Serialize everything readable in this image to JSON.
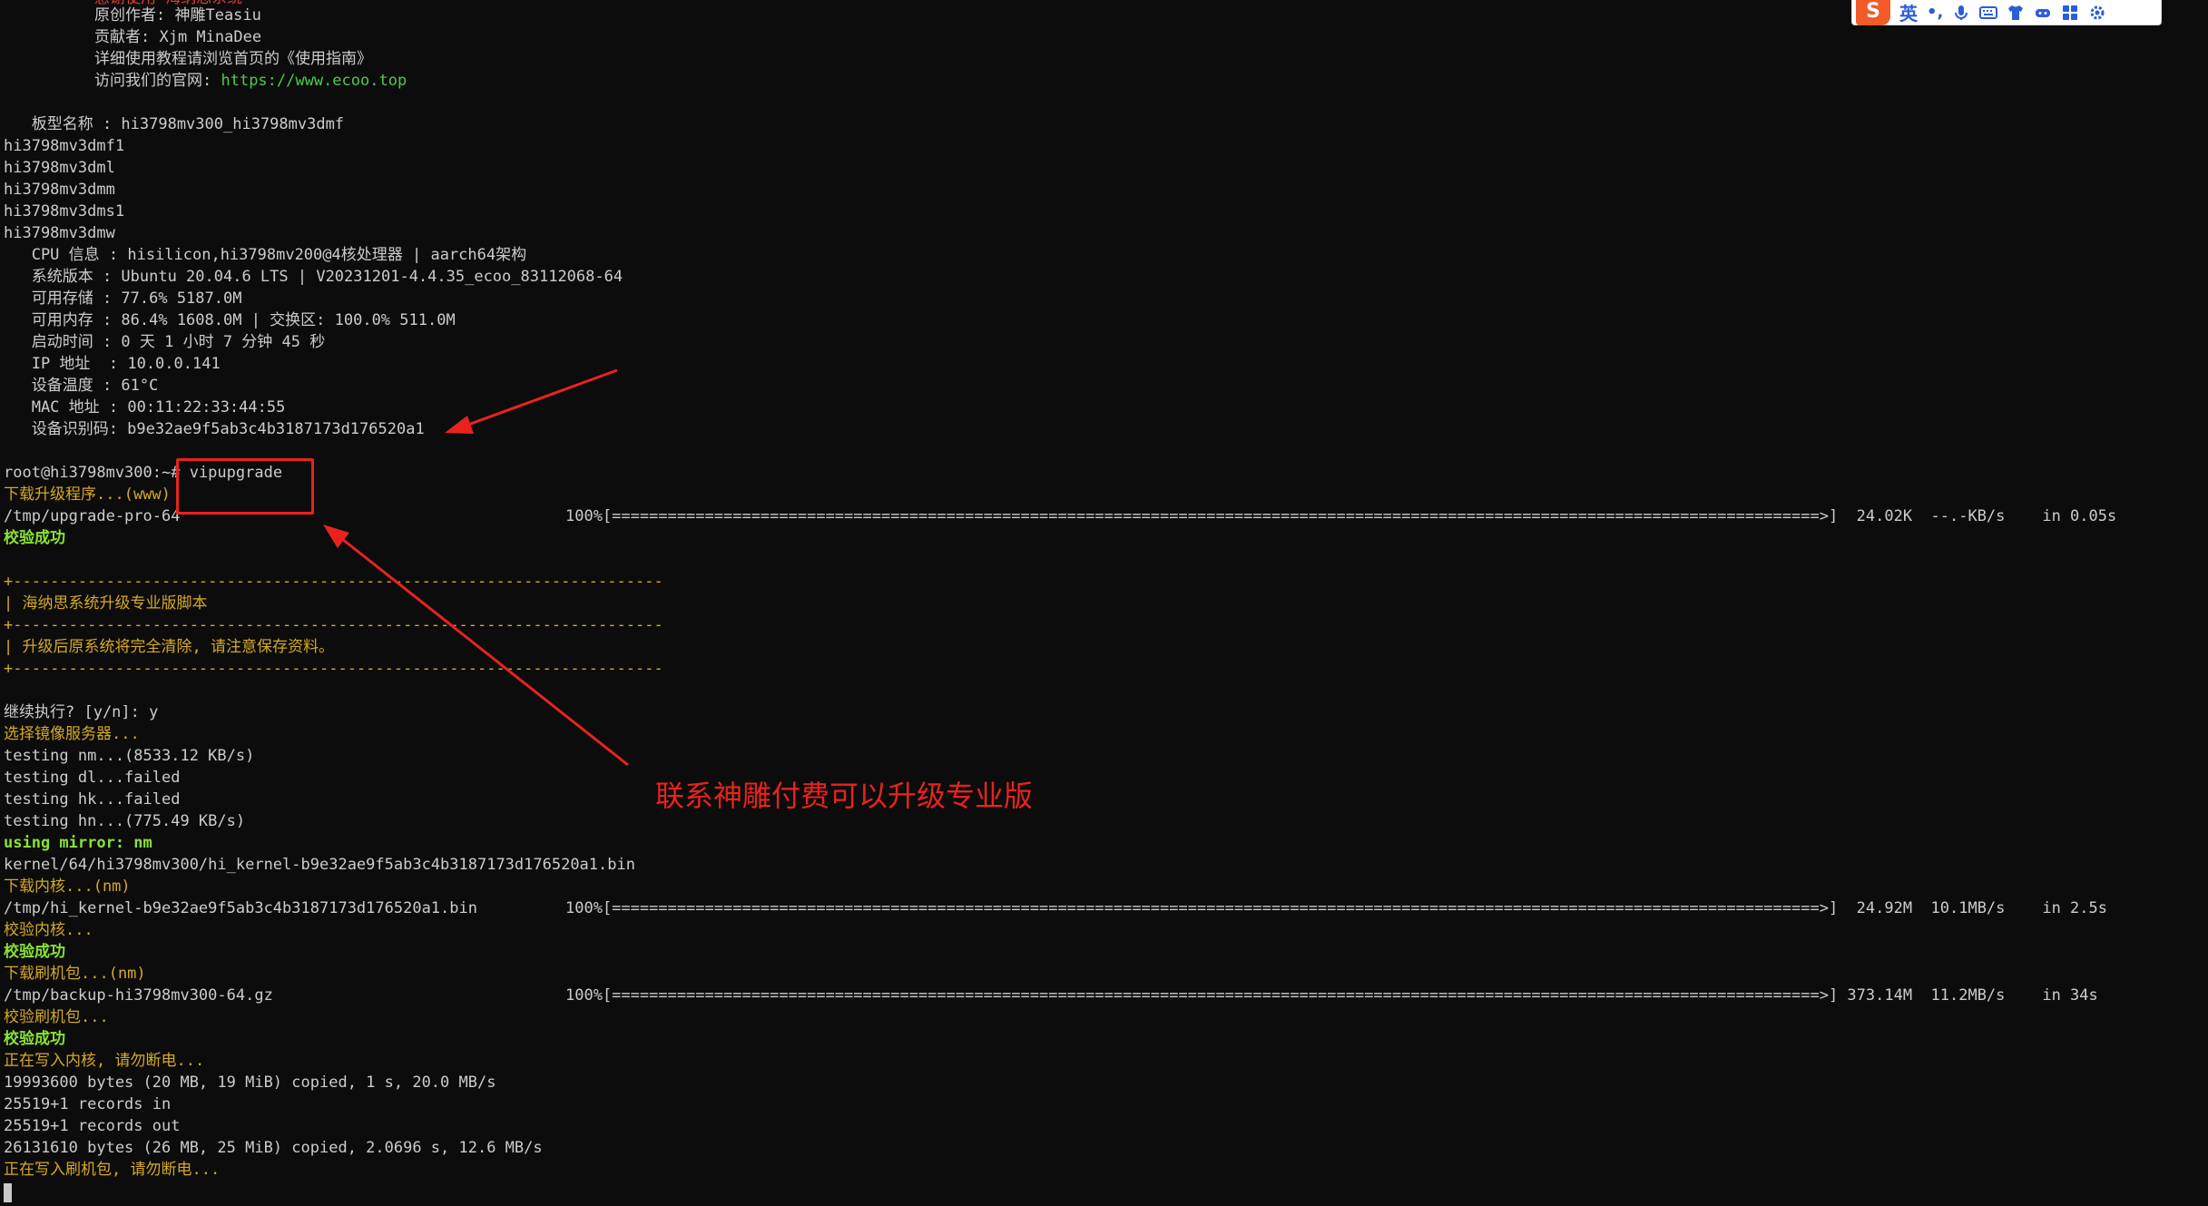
{
  "ime": {
    "lang": "英",
    "punct": "•,"
  },
  "header": {
    "line0": "感谢使用 海纳思系统",
    "author": "原创作者: 神雕Teasiu",
    "contributor": "贡献者: Xjm MinaDee",
    "guide": "详细使用教程请浏览首页的《使用指南》",
    "site_label": "访问我们的官网: ",
    "site_url": "https://www.ecoo.top"
  },
  "sysinfo": {
    "board": "   板型名称 : hi3798mv300_hi3798mv3dmf",
    "variants": [
      "hi3798mv3dmf1",
      "hi3798mv3dml",
      "hi3798mv3dmm",
      "hi3798mv3dms1",
      "hi3798mv3dmw"
    ],
    "cpu": "   CPU 信息 : hisilicon,hi3798mv200@4核处理器 | aarch64架构",
    "os": "   系统版本 : Ubuntu 20.04.6 LTS | V20231201-4.4.35_ecoo_83112068-64",
    "storage": "   可用存储 : 77.6% 5187.0M",
    "memory": "   可用内存 : 86.4% 1608.0M | 交换区: 100.0% 511.0M",
    "uptime": "   启动时间 : 0 天 1 小时 7 分钟 45 秒",
    "ip": "   IP 地址  : 10.0.0.141",
    "temp": "   设备温度 : 61°C",
    "mac": "   MAC 地址 : 00:11:22:33:44:55",
    "device_id": "   设备识别码: b9e32ae9f5ab3c4b3187173d176520a1"
  },
  "session": {
    "prompt": "root@hi3798mv300:~# ",
    "command": "vipupgrade",
    "dl_upgrade": "下载升级程序...(www)",
    "dl1_file": "/tmp/upgrade-pro-64",
    "dl1_bar": "100%[==================================================================================================================================>]  24.02K  --.-KB/s    in 0.05s",
    "verify_ok": "校验成功",
    "border": "+----------------------------------------------------------------------",
    "banner_title": "| 海纳思系统升级专业版脚本",
    "banner_warn": "| 升级后原系统将完全清除, 请注意保存资料。",
    "continue_q": "继续执行? [y/n]: y",
    "select_mirror": "选择镜像服务器...",
    "test_nm": "testing nm...(8533.12 KB/s)",
    "test_dl": "testing dl...failed",
    "test_hk": "testing hk...failed",
    "test_hn": "testing hn...(775.49 KB/s)",
    "using_mirror": "using mirror: nm",
    "kernel_path": "kernel/64/hi3798mv300/hi_kernel-b9e32ae9f5ab3c4b3187173d176520a1.bin",
    "dl_kernel": "下载内核...(nm)",
    "dl2_file": "/tmp/hi_kernel-b9e32ae9f5ab3c4b3187173d176520a1.bin",
    "dl2_bar": "100%[==================================================================================================================================>]  24.92M  10.1MB/s    in 2.5s",
    "verify_kernel": "校验内核...",
    "dl_flash": "下载刷机包...(nm)",
    "dl3_file": "/tmp/backup-hi3798mv300-64.gz",
    "dl3_bar": "100%[==================================================================================================================================>] 373.14M  11.2MB/s    in 34s",
    "verify_flash": "校验刷机包...",
    "writing_kernel": "正在写入内核, 请勿断电...",
    "dd1": "19993600 bytes (20 MB, 19 MiB) copied, 1 s, 20.0 MB/s",
    "rec_in": "25519+1 records in",
    "rec_out": "25519+1 records out",
    "dd2": "26131610 bytes (26 MB, 25 MiB) copied, 2.0696 s, 12.6 MB/s",
    "writing_flash": "正在写入刷机包, 请勿断电..."
  },
  "annotation": {
    "text": "联系神雕付费可以升级专业版"
  },
  "colors": {
    "yellow": "#d6a924",
    "green": "#8ae234",
    "red": "#e8231e",
    "bg": "#0c0c0c"
  }
}
